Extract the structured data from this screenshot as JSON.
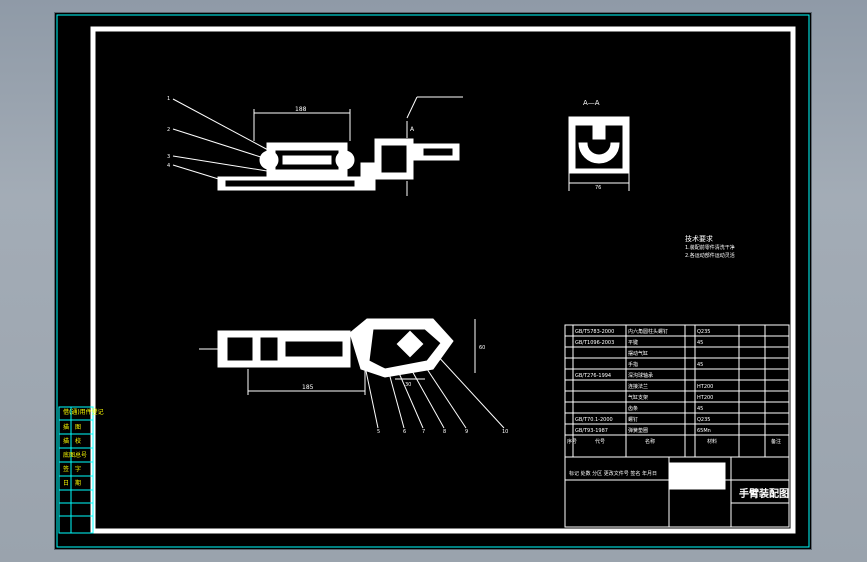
{
  "side_strip": {
    "labels": [
      "借(通)用件登记",
      "描　图",
      "描　校",
      "底图总号",
      "签　字",
      "日　期"
    ]
  },
  "technical_requirements": {
    "title": "技术要求",
    "lines": [
      "1.装配前零件清洗干净",
      "2.各运动部件运动灵活"
    ]
  },
  "section_view": {
    "label": "A—A",
    "dim_width": "76"
  },
  "front_view": {
    "top_dim": "188",
    "section_arrow_a": "A"
  },
  "top_view": {
    "bottom_dim": "185",
    "dim_30": "30",
    "right_dim": "60"
  },
  "part_balloons": [
    "1",
    "2",
    "3",
    "4",
    "5",
    "6",
    "7",
    "8",
    "9",
    "10"
  ],
  "bom": {
    "rows": [
      {
        "std": "GB/T5783-2000",
        "name": "内六角圆柱头螺钉",
        "mat": "Q235"
      },
      {
        "std": "GB/T1096-2003",
        "name": "平键",
        "mat": "45"
      },
      {
        "std": "",
        "name": "摆动气缸",
        "mat": ""
      },
      {
        "std": "",
        "name": "手指",
        "mat": "45"
      },
      {
        "std": "GB/T276-1994",
        "name": "深沟球轴承",
        "mat": ""
      },
      {
        "std": "",
        "name": "连接法兰",
        "mat": "HT200"
      },
      {
        "std": "",
        "name": "气缸支架",
        "mat": "HT200"
      },
      {
        "std": "",
        "name": "齿条",
        "mat": "45"
      },
      {
        "std": "GB/T70.1-2000",
        "name": "螺钉",
        "mat": "Q235"
      },
      {
        "std": "GB/T93-1987",
        "name": "弹簧垫圈",
        "mat": "65Mn"
      }
    ],
    "header": {
      "seq": "序号",
      "code": "代号",
      "name": "名称",
      "mat": "材料",
      "note": "备注"
    }
  },
  "title_block": {
    "drawing_title": "手臂装配图",
    "marks": "标记 处数 分区 更改文件号 签名 年月日"
  },
  "colors": {
    "canvas": "#000000",
    "lines": "#ffffff",
    "side_strip": "#ffff00",
    "frame_outer": "#00ffff"
  }
}
